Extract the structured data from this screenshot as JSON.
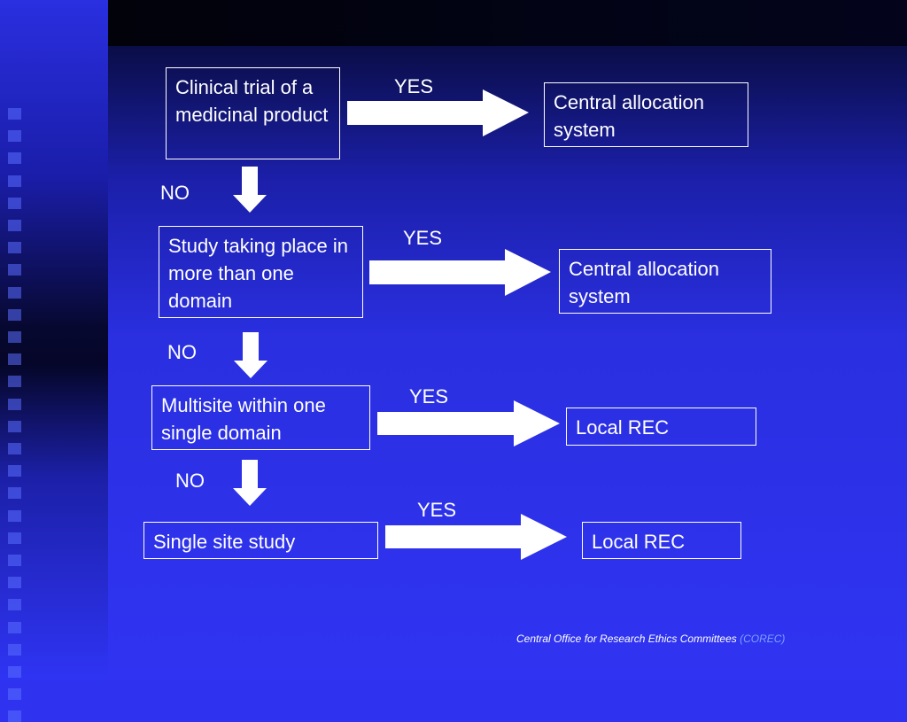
{
  "flow": {
    "steps": [
      {
        "question": "Clinical trial of a medicinal product",
        "yes_label": "YES",
        "outcome": "Central allocation system",
        "no_label": "NO"
      },
      {
        "question": "Study taking place in more than one domain",
        "yes_label": "YES",
        "outcome": "Central allocation system",
        "no_label": "NO"
      },
      {
        "question": "Multisite within one single domain",
        "yes_label": "YES",
        "outcome": "Local REC",
        "no_label": "NO"
      },
      {
        "question": "Single site study",
        "yes_label": "YES",
        "outcome": "Local REC"
      }
    ]
  },
  "footer": {
    "organization": "Central Office for Research Ethics Committees",
    "abbreviation": "(COREC)"
  },
  "colors": {
    "background": "#2f33f0",
    "text": "#ffffff",
    "footer_abbreviation": "#7fa0ff"
  }
}
